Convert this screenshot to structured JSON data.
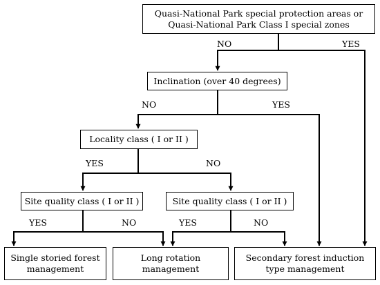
{
  "boxes": {
    "quasi_national_park": {
      "line1": "Quasi-National Park special protection areas or",
      "line2": "Quasi-National Park Class I special zones"
    },
    "inclination": "Inclination (over 40 degrees)",
    "locality_class": "Locality class ( I or II )",
    "site_quality_left": "Site quality class ( I or II )",
    "site_quality_right": "Site quality class ( I or II )",
    "single_storied": {
      "line1": "Single storied  forest",
      "line2": "management"
    },
    "long_rotation": {
      "line1": "Long rotation",
      "line2": "management"
    },
    "secondary_forest": {
      "line1": "Secondary forest induction",
      "line2": "type management"
    }
  },
  "labels": {
    "park_no": "NO",
    "park_yes": "YES",
    "incl_no": "NO",
    "incl_yes": "YES",
    "loc_yes": "YES",
    "loc_no": "NO",
    "sq_left_yes": "YES",
    "sq_left_no": "NO",
    "sq_right_yes": "YES",
    "sq_right_no": "NO"
  }
}
